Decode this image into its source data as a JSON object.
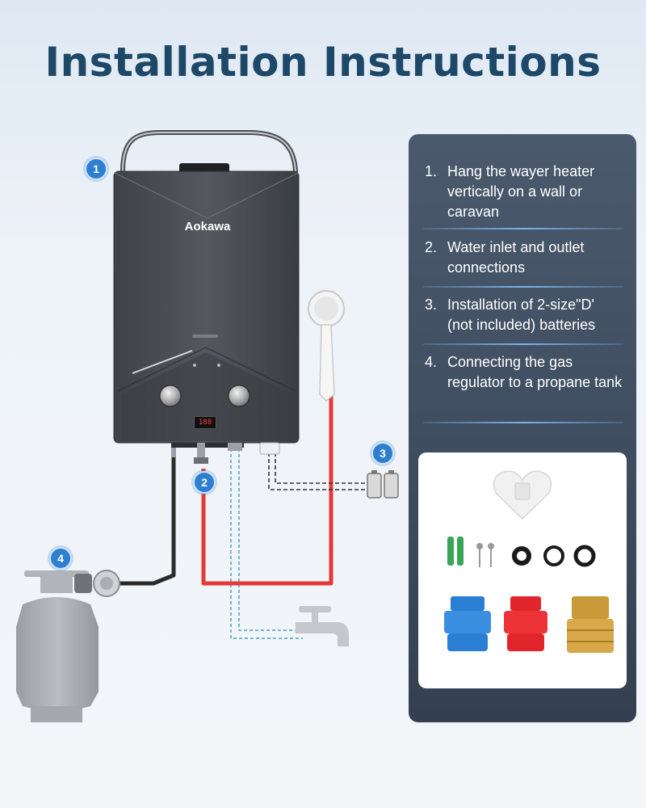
{
  "title": "Installation Instructions",
  "brand": "Aokawa",
  "display_reading": "188",
  "markers": [
    "1",
    "2",
    "3",
    "4"
  ],
  "steps": [
    {
      "num": "1.",
      "text": "Hang the wayer heater vertically on a wall or caravan"
    },
    {
      "num": "2.",
      "text": "Water inlet and outlet connections"
    },
    {
      "num": "3.",
      "text": "Installation of 2-size\"D' (not included) batteries"
    },
    {
      "num": "4.",
      "text": "Connecting the gas regulator to a propane tank"
    }
  ],
  "colors": {
    "title": "#1d4868",
    "hot_water_line": "#e5383b",
    "cold_water_line": "#6fb8d8",
    "gas_line": "#2b2b2b",
    "marker": "#2f7fd0",
    "heater_body": "#4a4d52",
    "panel": "#3f4e60"
  },
  "icons": {
    "heater": "water-heater-icon",
    "shower": "shower-head-icon",
    "battery": "battery-icon",
    "tap": "water-tap-icon",
    "propane": "propane-tank-icon",
    "regulator": "gas-regulator-icon"
  },
  "accessories": [
    "heart-wall-bracket",
    "wall-plug-anchors",
    "screws",
    "rubber-washers",
    "blue-hose-connector",
    "red-hose-connector",
    "brass-adapter"
  ]
}
